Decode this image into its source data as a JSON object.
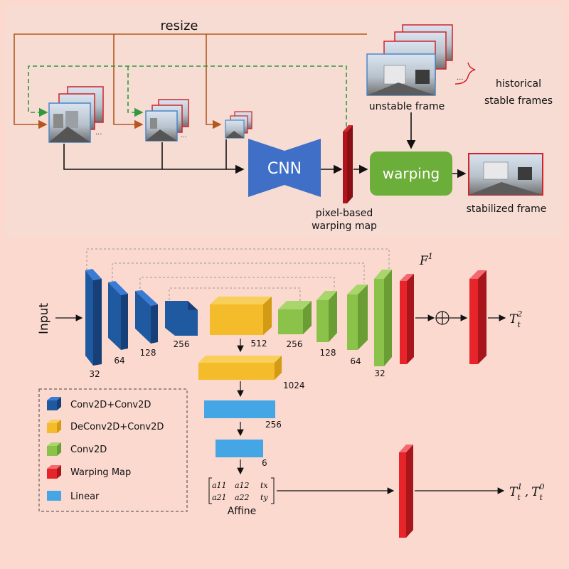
{
  "top": {
    "resize_label": "resize",
    "cnn_label": "CNN",
    "warping_label": "warping",
    "pixel_map_label_line1": "pixel-based",
    "pixel_map_label_line2": "warping map",
    "unstable_label": "unstable frame",
    "historical_label_line1": "historical",
    "historical_label_line2": "stable frames",
    "stabilized_label": "stabilized frame",
    "ellipsis": "..."
  },
  "network": {
    "input_label": "Input",
    "F1_base": "F",
    "F1_sup": "1",
    "out2_base": "T",
    "out2_sub": "t",
    "out2_sup": "2",
    "out10_part1_base": "T",
    "out10_part1_sub": "t",
    "out10_part1_sup": "1",
    "out10_sep": ",",
    "out10_part2_base": "T",
    "out10_part2_sub": "t",
    "out10_part2_sup": "0",
    "oplus": "⊕",
    "encoder_dims": [
      "32",
      "64",
      "128",
      "256"
    ],
    "center_dim": "512",
    "decoder_dims": [
      "256",
      "128",
      "64",
      "32"
    ],
    "bottleneck_dim": "1024",
    "linear_dims": [
      "256",
      "6"
    ],
    "affine_label": "Affine",
    "affine_matrix": [
      [
        "a11",
        "a12",
        "tx"
      ],
      [
        "a21",
        "a22",
        "ty"
      ]
    ]
  },
  "legend": {
    "items": [
      {
        "label": "Conv2D+Conv2D",
        "color": "#1f5aa0"
      },
      {
        "label": "DeConv2D+Conv2D",
        "color": "#f4bb2b"
      },
      {
        "label": "Conv2D",
        "color": "#8bc34a"
      },
      {
        "label": "Warping Map",
        "color": "#e8242b"
      },
      {
        "label": "Linear",
        "color": "#45a6e6"
      }
    ]
  },
  "colors": {
    "background": "#fbd9cf",
    "top_panel": "#f7dcd4",
    "resize_arrow": "#b5561a",
    "dashed_green": "#2e9a3a",
    "cnn_blue": "#3f6fc7",
    "warping_green": "#6cae3a",
    "warp_map_red": "#b3131a"
  }
}
